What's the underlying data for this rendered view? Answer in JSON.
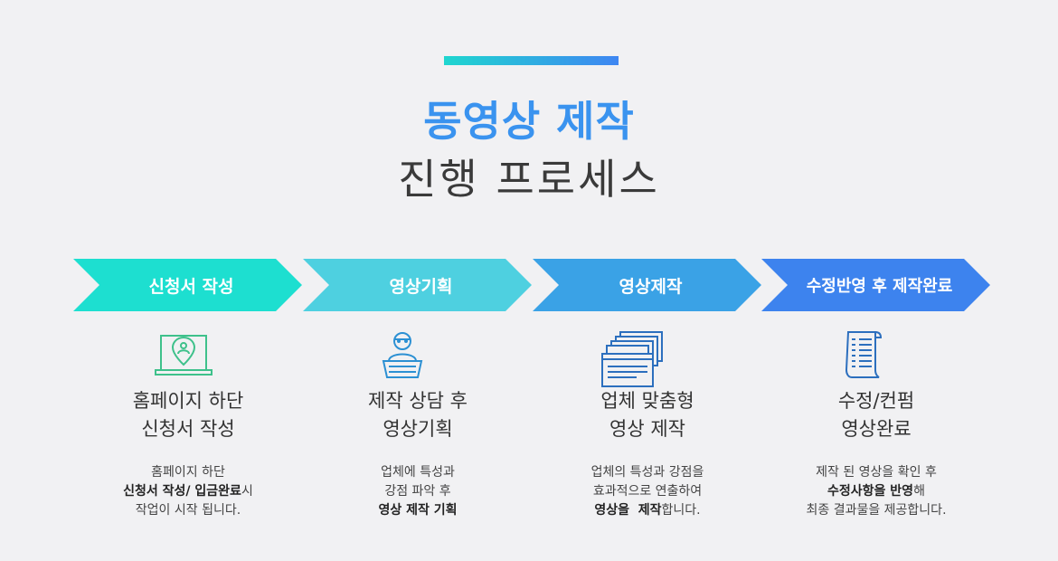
{
  "header": {
    "title_main": "동영상 제작",
    "title_sub": "진행 프로세스"
  },
  "colors": {
    "accent_blue": "#3a93ef",
    "arrow1": "#1ddfd0",
    "arrow2": "#4ed0e0",
    "arrow3": "#3aa2e6",
    "arrow4": "#3d83ee"
  },
  "steps": [
    {
      "arrow_label": "신청서 작성",
      "icon": "laptop-location-icon",
      "title_line1": "홈페이지 하단",
      "title_line2": "신청서 작성",
      "desc_line1": "홈페이지 하단",
      "desc_line2_bold": "신청서 작성/ 입금완료",
      "desc_line2_tail": "시",
      "desc_line3": "작업이 시작 됩니다."
    },
    {
      "arrow_label": "영상기획",
      "icon": "consultant-desk-icon",
      "title_line1": "제작 상담 후",
      "title_line2": "영상기획",
      "desc_line1": "업체에 특성과",
      "desc_line2": "강점 파악 후",
      "desc_line3_bold": "영상 제작 기획"
    },
    {
      "arrow_label": "영상제작",
      "icon": "stacked-windows-icon",
      "title_line1": "업체 맞춤형",
      "title_line2": "영상 제작",
      "desc_line1": "업체의 특성과 강점을",
      "desc_line2": "효과적으로 연출하여",
      "desc_line3_bold": "영상을  제작",
      "desc_line3_tail": "합니다."
    },
    {
      "arrow_label": "수정반영 후 제작완료",
      "icon": "document-scroll-icon",
      "title_line1": "수정/컨펌",
      "title_line2": "영상완료",
      "desc_line1": "제작 된 영상을 확인 후",
      "desc_line2_bold": "수정사항을 반영",
      "desc_line2_tail": "해",
      "desc_line3": "최종 결과물을 제공합니다."
    }
  ]
}
